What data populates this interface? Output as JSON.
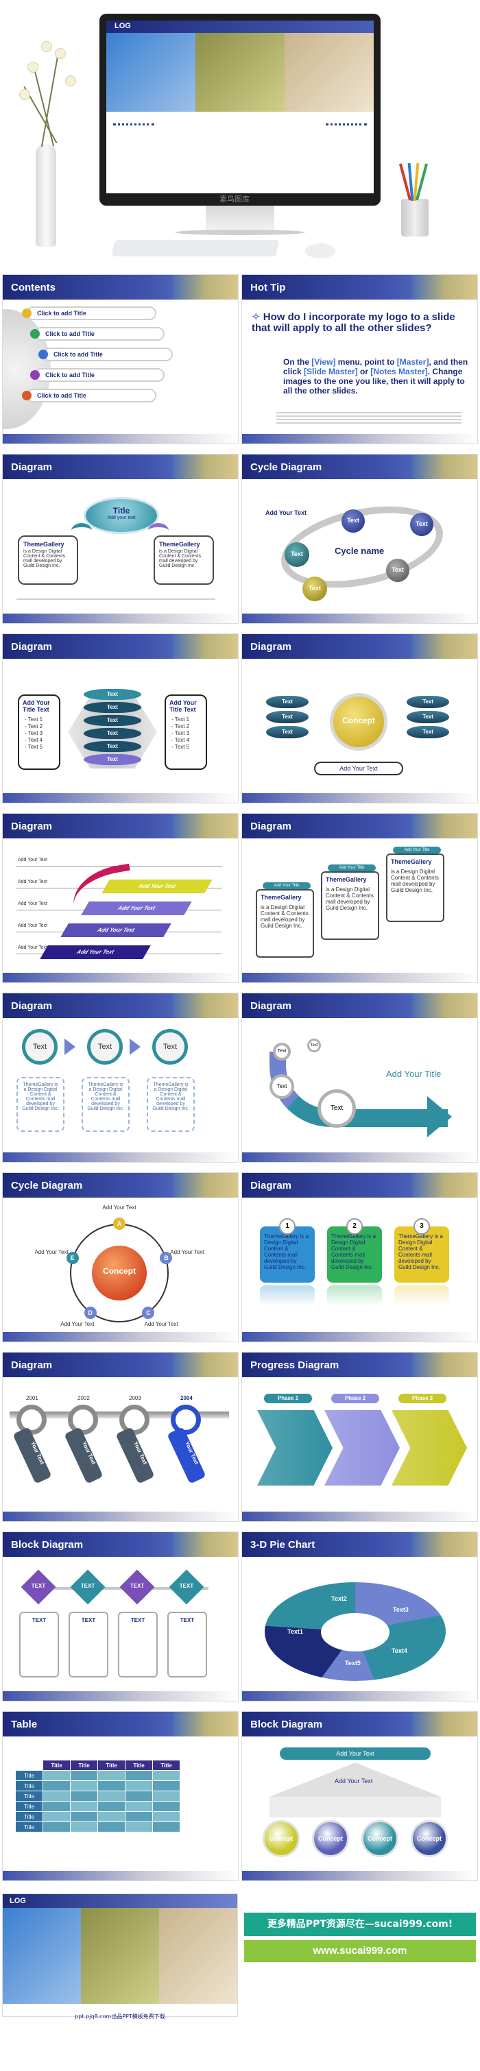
{
  "hero": {
    "log_label": "LOG",
    "brand_caption": "素鸟图库"
  },
  "slides": {
    "contents": {
      "title": "Contents",
      "items": [
        "Click to add Title",
        "Click to add Title",
        "Click to add Title",
        "Click to add Title",
        "Click to add Title"
      ],
      "dot_colors": [
        "#e6b829",
        "#2fa35a",
        "#3b6fd1",
        "#8f3fb6",
        "#d85b2c"
      ]
    },
    "hot_tip": {
      "title": "Hot Tip",
      "question": "How do I incorporate my logo to a slide that will apply to all the other slides?",
      "answer_pre": "On the ",
      "view": "[View]",
      "answer_mid1": " menu, point to ",
      "master": "[Master]",
      "answer_mid2": ", and then click ",
      "slide_master": "[Slide Master]",
      "answer_mid3": " or ",
      "notes_master": "[Notes Master]",
      "answer_post": ". Change images to the one you like, then it will apply to all the other slides."
    },
    "diagram1": {
      "title": "Diagram",
      "center_title": "Title",
      "center_sub": "Add your text",
      "left_head": "ThemeGallery",
      "left_body": "is a Design Digital Content & Contents mall developed by Guild Design Inc.",
      "right_head": "ThemeGallery",
      "right_body": "is a Design Digital Content & Contents mall developed by Guild Design Inc."
    },
    "cycle1": {
      "title": "Cycle Diagram",
      "add_text": "Add Your Text",
      "center": "Cycle name",
      "nodes": [
        "Text",
        "Text",
        "Text",
        "Text",
        "Text"
      ]
    },
    "diagram2": {
      "title": "Diagram",
      "left_head": "Add Your Title Text",
      "right_head": "Add Your Title Text",
      "bullets": [
        "- Text 1",
        "- Text 2",
        "- Text 3",
        "- Text 4",
        "- Text 5"
      ],
      "stack": [
        "Text",
        "Text",
        "Text",
        "Text",
        "Text",
        "Text"
      ]
    },
    "diagram3": {
      "title": "Diagram",
      "center": "Concept",
      "left": [
        "Text",
        "Text",
        "Text"
      ],
      "right": [
        "Text",
        "Text",
        "Text"
      ],
      "bottom": "Add Your Text"
    },
    "diagram4": {
      "title": "Diagram",
      "labels": [
        "Add Your Text",
        "Add Your Text",
        "Add Your Text",
        "Add Your Text",
        "Add Your Text"
      ],
      "steps": [
        "Add Your Text",
        "Add Your Text",
        "Add Your Text",
        "Add Your Text"
      ]
    },
    "diagram5": {
      "title": "Diagram",
      "tabs": [
        "Add Your Title",
        "Add Your Title",
        "Add Your Title"
      ],
      "boxes": [
        {
          "head": "ThemeGallery",
          "body": "is a Design Digital Content & Contents mall developed by Guild Design Inc."
        },
        {
          "head": "ThemeGallery",
          "body": "is a Design Digital Content & Contents mall developed by Guild Design Inc."
        },
        {
          "head": "ThemeGallery",
          "body": "is a Design Digital Content & Contents mall developed by Guild Design Inc."
        }
      ]
    },
    "diagram6": {
      "title": "Diagram",
      "circles": [
        "Text",
        "Text",
        "Text"
      ],
      "body": "ThemeGallery is a Design Digital Content & Contents mall developed by Guild Design Inc."
    },
    "diagram7": {
      "title": "Diagram",
      "circles": [
        "Text",
        "Text",
        "Text",
        "Text"
      ],
      "add_title": "Add Your Title"
    },
    "cycle2": {
      "title": "Cycle Diagram",
      "center": "Concept",
      "letters": [
        "A",
        "B",
        "C",
        "D",
        "E"
      ],
      "labels": [
        "Add Your Text",
        "Add Your Text",
        "Add Your Text",
        "Add Your Text",
        "Add Your Text"
      ]
    },
    "diagram8": {
      "title": "Diagram",
      "numbers": [
        "1",
        "2",
        "3"
      ],
      "body": "ThemeGallery is a Design Digital Content & Contents mall developed by Guild Design Inc."
    },
    "diagram9": {
      "title": "Diagram",
      "years": [
        "2001",
        "2002",
        "2003",
        "2004"
      ],
      "tabs": [
        "Your Text",
        "Your Text",
        "Your Text",
        "Your Text"
      ]
    },
    "progress": {
      "title": "Progress Diagram",
      "phases": [
        "Phase 1",
        "Phase 2",
        "Phase 3"
      ]
    },
    "block": {
      "title": "Block Diagram",
      "items": [
        "TEXT",
        "TEXT",
        "TEXT",
        "TEXT"
      ],
      "boxes": [
        "TEXT",
        "TEXT",
        "TEXT",
        "TEXT"
      ]
    },
    "pie": {
      "title": "3-D Pie Chart",
      "slices": [
        "Text1",
        "Text2",
        "Text3",
        "Text4",
        "Text5"
      ]
    },
    "table": {
      "title": "Table",
      "header": [
        "Title",
        "Title",
        "Title",
        "Title",
        "Title"
      ],
      "row_label": "Title",
      "rows": 6
    },
    "block2": {
      "title": "Block Diagram",
      "top": "Add Your Text",
      "mid": "Add Your Text",
      "circles": [
        "concept",
        "Concept",
        "Concept",
        "Concept"
      ]
    }
  },
  "footer": {
    "log_label": "LOG",
    "caption": "ppt.pjq8.com出品PPT模板免费下载",
    "promo": "更多精品PPT资源尽在—sucai999.com!",
    "url": "www.sucai999.com"
  },
  "colors": {
    "navy": "#1d2a7a",
    "teal": "#2f8fa0",
    "green_banner": "#1aa58c"
  }
}
